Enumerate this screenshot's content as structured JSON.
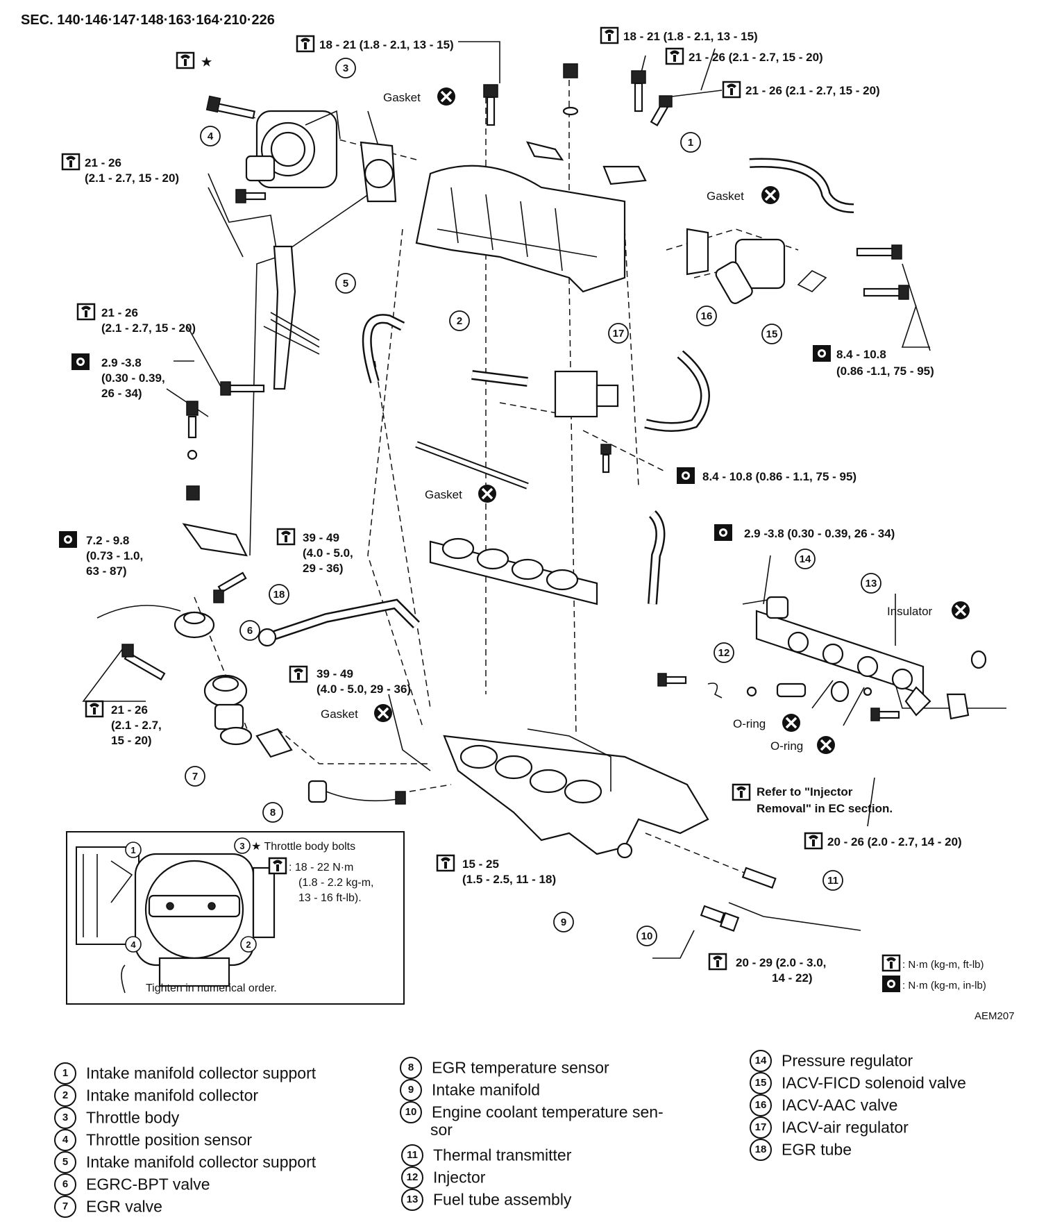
{
  "header": {
    "section": "SEC. 140·146·147·148·163·164·210·226"
  },
  "figure_code": "AEM207",
  "torque": {
    "t1": "18 - 21 (1.8 - 2.1, 13 - 15)",
    "t2": "18 - 21 (1.8 - 2.1, 13 - 15)",
    "t3": "21 - 26 (2.1 - 2.7, 15 - 20)",
    "t4": "21 - 26 (2.1 - 2.7, 15 - 20)",
    "t5a": "21 - 26",
    "t5b": "(2.1 - 2.7, 15 - 20)",
    "t6a": "21 - 26",
    "t6b": "(2.1 - 2.7, 15 - 20)",
    "t7a": "2.9 -3.8",
    "t7b": "(0.30 - 0.39,",
    "t7c": "26 - 34)",
    "t8a": "8.4 - 10.8",
    "t8b": "(0.86 -1.1, 75 - 95)",
    "t9": "8.4 - 10.8 (0.86 - 1.1, 75 - 95)",
    "t10": "2.9 -3.8 (0.30 - 0.39, 26 - 34)",
    "t11a": "7.2 - 9.8",
    "t11b": "(0.73 - 1.0,",
    "t11c": "63 - 87)",
    "t12a": "39 - 49",
    "t12b": "(4.0 - 5.0,",
    "t12c": "29 - 36)",
    "t13a": "39 - 49",
    "t13b": "(4.0 - 5.0, 29 - 36)",
    "t14a": "21 - 26",
    "t14b": "(2.1 - 2.7,",
    "t14c": "15 - 20)",
    "t15a": "15 - 25",
    "t15b": "(1.5 - 2.5, 11 - 18)",
    "t16": "20 - 26 (2.0 - 2.7, 14 - 20)",
    "t17a": "20 - 29 (2.0 - 3.0,",
    "t17b": "14 - 22)"
  },
  "labels": {
    "gasket": "Gasket",
    "insulator": "Insulator",
    "o_ring": "O-ring",
    "refer_a": "Refer to \"Injector",
    "refer_b": "Removal\" in EC section.",
    "star": "★"
  },
  "inset": {
    "title": "★ Throttle body bolts",
    "torque_a": ": 18 - 22 N·m",
    "torque_b": "(1.8 - 2.2 kg-m,",
    "torque_c": "13 - 16 ft-lb).",
    "note": "Tighten in numerical order.",
    "nums": [
      "1",
      "2",
      "3",
      "4"
    ]
  },
  "units": {
    "standard": ": N·m (kg-m, ft-lb)",
    "inch": ": N·m (kg-m, in-lb)"
  },
  "legend": {
    "col1": [
      {
        "num": "1",
        "text": "Intake manifold collector support"
      },
      {
        "num": "2",
        "text": "Intake manifold collector"
      },
      {
        "num": "3",
        "text": "Throttle body"
      },
      {
        "num": "4",
        "text": "Throttle position sensor"
      },
      {
        "num": "5",
        "text": "Intake manifold collector support"
      },
      {
        "num": "6",
        "text": "EGRC-BPT valve"
      },
      {
        "num": "7",
        "text": "EGR valve"
      }
    ],
    "col2": [
      {
        "num": "8",
        "text": "EGR temperature sensor"
      },
      {
        "num": "9",
        "text": "Intake manifold"
      },
      {
        "num": "10",
        "text": "Engine coolant temperature sen-"
      },
      {
        "num": "",
        "text": "sor"
      },
      {
        "num": "11",
        "text": "Thermal transmitter"
      },
      {
        "num": "12",
        "text": "Injector"
      },
      {
        "num": "13",
        "text": "Fuel tube assembly"
      }
    ],
    "col3": [
      {
        "num": "14",
        "text": "Pressure regulator"
      },
      {
        "num": "15",
        "text": "IACV-FICD solenoid valve"
      },
      {
        "num": "16",
        "text": "IACV-AAC valve"
      },
      {
        "num": "17",
        "text": "IACV-air regulator"
      },
      {
        "num": "18",
        "text": "EGR tube"
      }
    ]
  },
  "callouts": [
    "1",
    "2",
    "3",
    "4",
    "5",
    "6",
    "7",
    "8",
    "9",
    "10",
    "11",
    "12",
    "13",
    "14",
    "15",
    "16",
    "17",
    "18"
  ]
}
